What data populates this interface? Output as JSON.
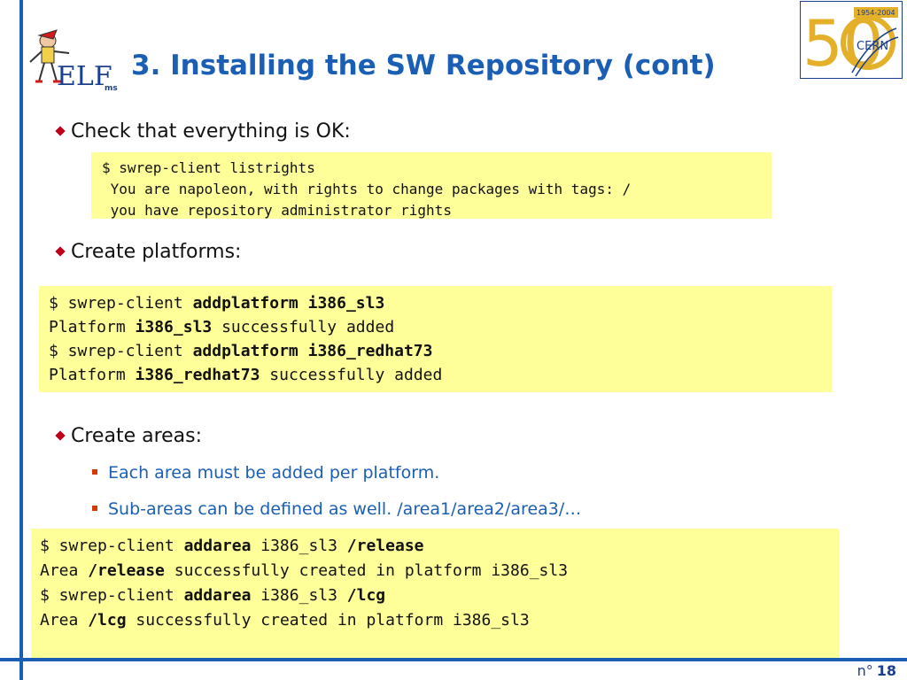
{
  "slide": {
    "title": "3. Installing the SW Repository (cont)",
    "bullets": [
      "Check that everything is OK:",
      "Create platforms:",
      "Create areas:"
    ],
    "sub_bullets": [
      "Each area must be added per platform.",
      "Sub-areas can be defined as well. /area1/area2/area3/…"
    ],
    "code1": {
      "l1": "$ swrep-client listrights",
      "l2": " You are napoleon, with rights to change packages with tags: /",
      "l3": " you have repository administrator rights"
    },
    "code2": {
      "l1a": "$ swrep-client ",
      "l1b": "addplatform i386_sl3",
      "l2a": "Platform ",
      "l2b": "i386_sl3",
      "l2c": " successfully added",
      "l3a": "$ swrep-client ",
      "l3b": "addplatform i386_redhat73",
      "l4a": "Platform ",
      "l4b": "i386_redhat73",
      "l4c": " successfully added"
    },
    "code3": {
      "l1a": "$ swrep-client ",
      "l1b": "addarea",
      "l1c": " i386_sl3 ",
      "l1d": "/release",
      "l2a": "Area ",
      "l2b": "/release",
      "l2c": " successfully created in platform i386_sl3",
      "l3a": "$ swrep-client ",
      "l3b": "addarea",
      "l3c": " i386_sl3 ",
      "l3d": "/lcg",
      "l4a": "Area ",
      "l4b": "/lcg",
      "l4c": " successfully created in platform i386_sl3"
    },
    "footer": {
      "page_label": "n°",
      "page_number": "18"
    },
    "logos": {
      "elf_text": "ELF",
      "elf_ms": "ms",
      "cern_years": "1954-2004",
      "cern_name": "CERN",
      "cern_fifty": "50"
    },
    "colors": {
      "accent_blue": "#1a5fb4",
      "code_bg": "#ffff99",
      "bullet_red": "#c0001a"
    }
  }
}
